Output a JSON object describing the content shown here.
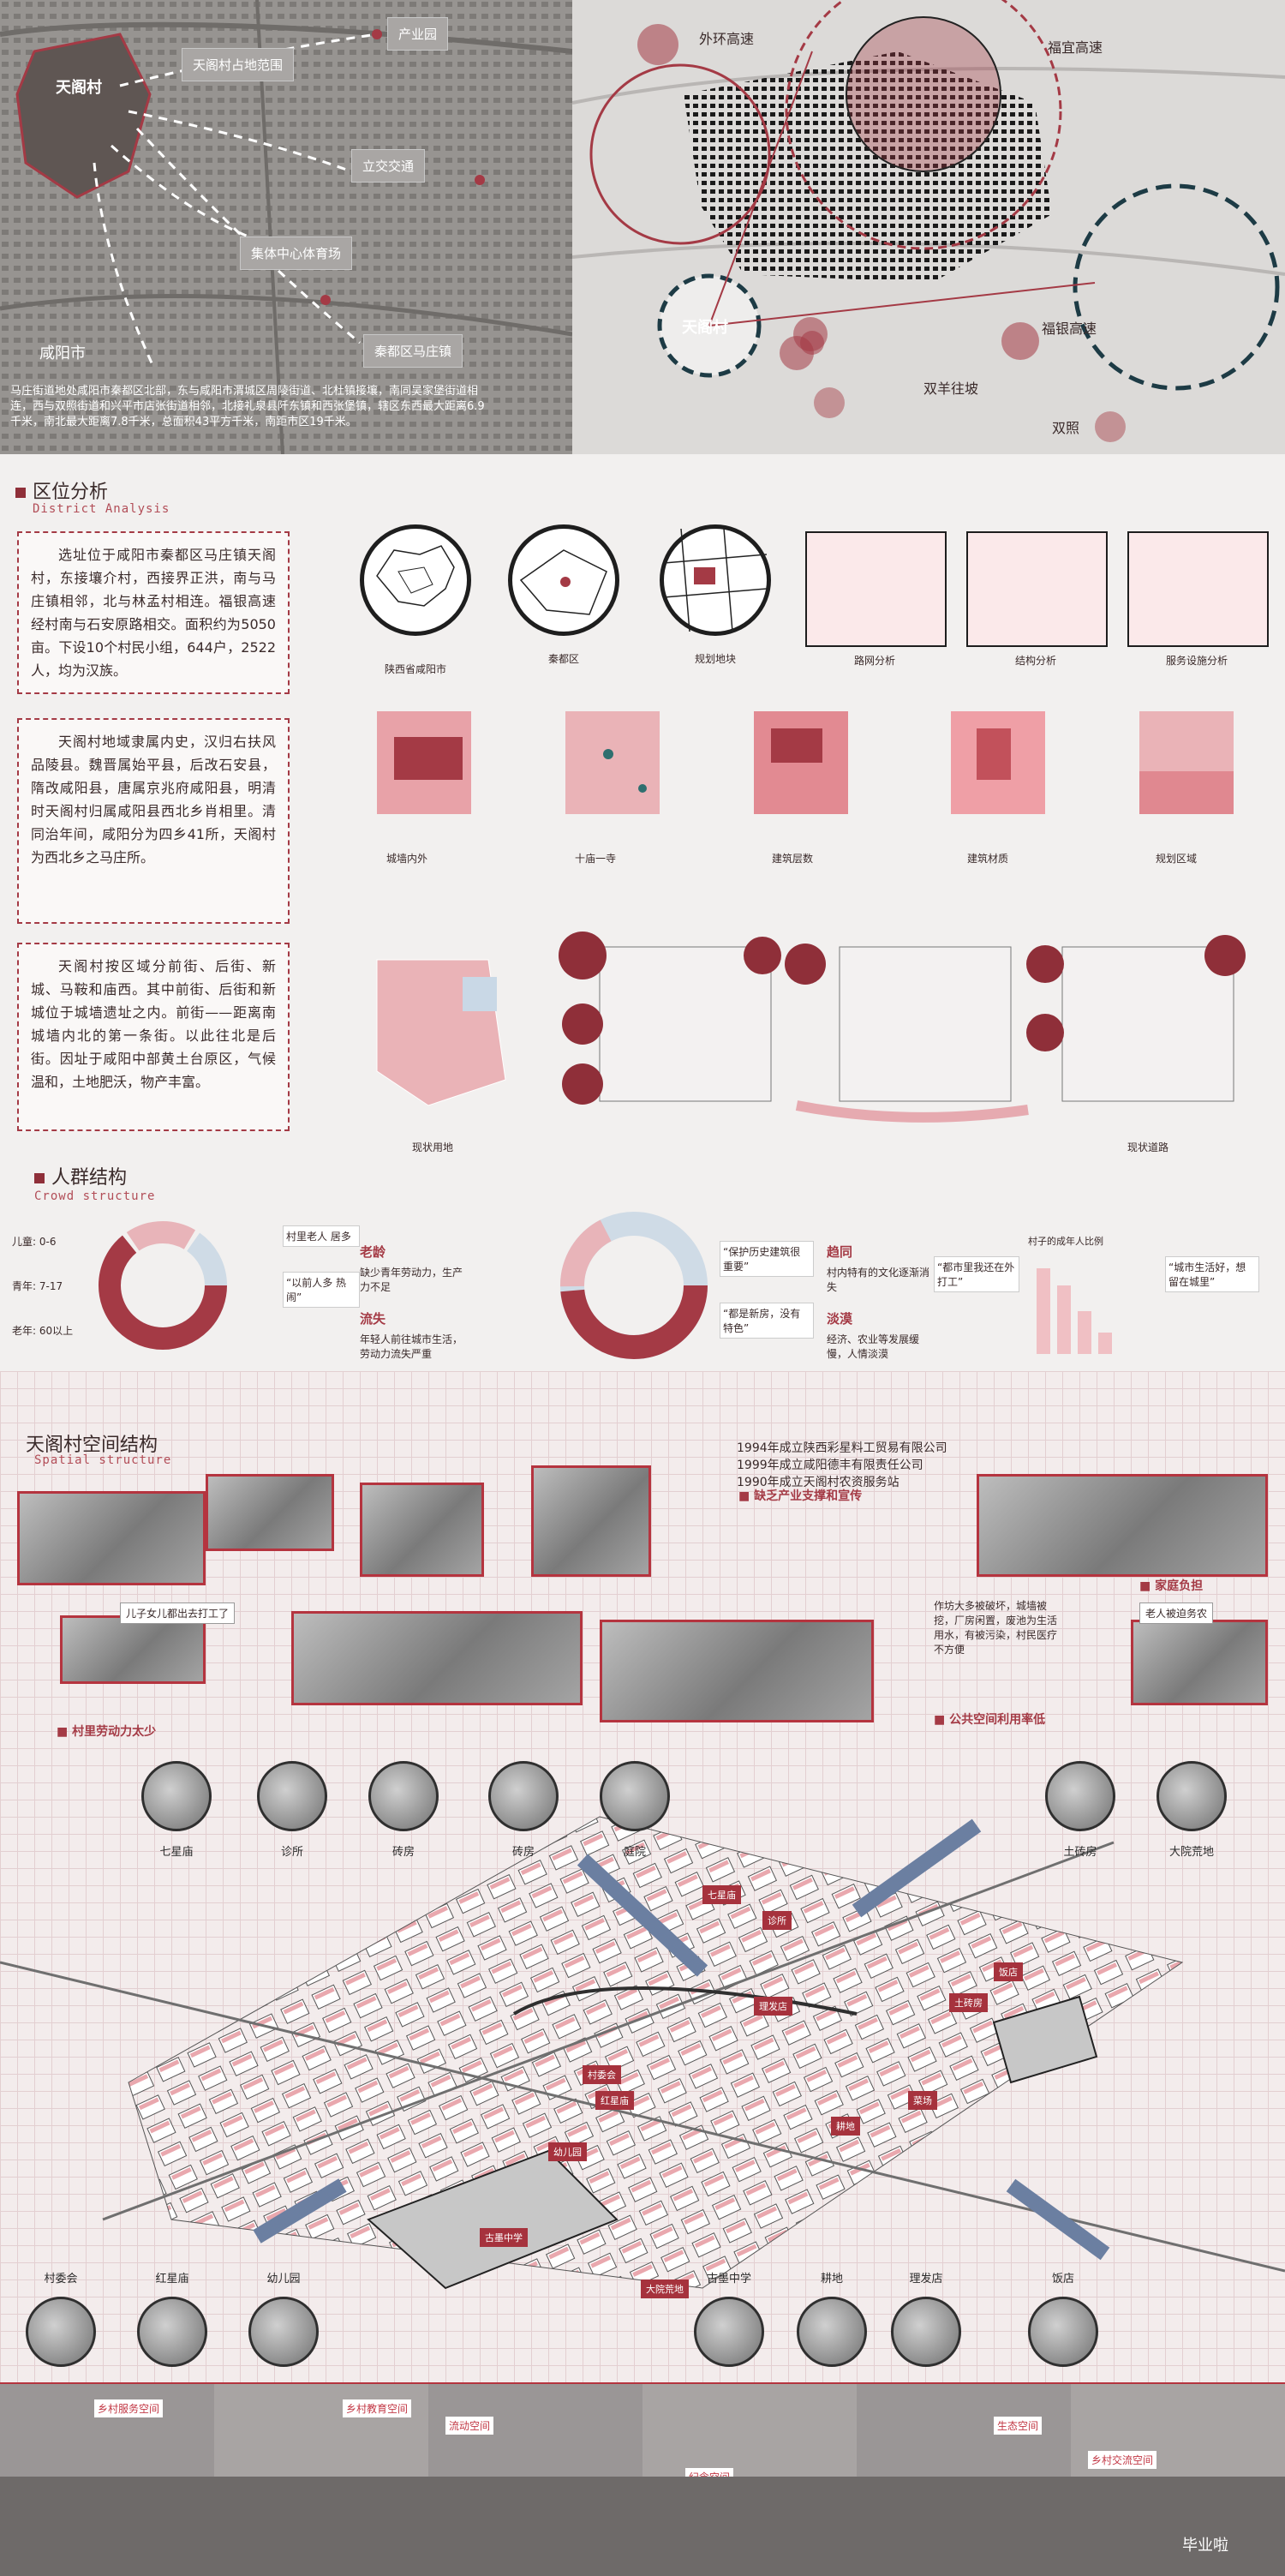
{
  "top_left": {
    "village": "天阁村",
    "city": "咸阳市",
    "tags": [
      "天阁村占地范围",
      "产业园",
      "立交交通",
      "集体中心体育场",
      "秦都区马庄镇"
    ],
    "description": "马庄街道地处咸阳市秦都区北部，东与咸阳市渭城区周陵街道、北杜镇接壤，南同吴家堡街道相连，西与双照街道和兴平市店张街道相邻，北接礼泉县阡东镇和西张堡镇，辖区东西最大距离6.9千米，南北最大距离7.8千米，总面积43平方千米，南距市区19千米。"
  },
  "top_right": {
    "labels": [
      "外环高速",
      "福宜高速",
      "天阁村",
      "福银高速",
      "双羊往坡",
      "双照"
    ]
  },
  "district": {
    "title": "区位分析",
    "subtitle": "District Analysis",
    "paragraphs": [
      "选址位于咸阳市秦都区马庄镇天阁村，东接壤介村，西接界正洪，南与马庄镇相邻，北与林孟村相连。福银高速经村南与石安原路相交。面积约为5050亩。下设10个村民小组，644户，2522人，均为汉族。",
      "天阁村地域隶属内史，汉归右扶风品陵县。魏晋属始平县，后改石安县，隋改咸阳县，唐属京兆府咸阳县，明清时天阁村归属咸阳县西北乡肖相里。清同治年间，咸阳分为四乡41所，天阁村为西北乡之马庄所。",
      "天阁村按区域分前街、后街、新城、马鞍和庙西。其中前街、后街和新城位于城墙遗址之内。前街——距离南城墙内北的第一条街。以此往北是后街。因址于咸阳中部黄土台原区，气候温和，土地肥沃，物产丰富。"
    ],
    "row1": [
      "陕西省咸阳市",
      "秦都区",
      "规划地块",
      "路网分析",
      "结构分析",
      "服务设施分析"
    ],
    "row2": [
      "城墙内外",
      "十庙一寺",
      "建筑层数",
      "建筑材质",
      "规划区域"
    ],
    "row3": [
      "现状用地",
      "现状道路"
    ]
  },
  "crowd": {
    "title": "人群结构",
    "subtitle": "Crowd structure",
    "age_labels": [
      "儿童: 0-6",
      "青年: 7-17",
      "老年: 60以上"
    ],
    "left_points": [
      {
        "title": "老龄",
        "text": "缺少青年劳动力，生产力不足"
      },
      {
        "title": "流失",
        "text": "年轻人前往城市生活，劳动力流失严重"
      }
    ],
    "right_points": [
      {
        "title": "趋同",
        "text": "村内特有的文化逐渐消失"
      },
      {
        "title": "淡漠",
        "text": "经济、农业等发展缓慢，人情淡漠"
      }
    ],
    "quotes": [
      "村里老人\n居多",
      "“以前人多\n热闹”",
      "“保护历史建筑很重要”",
      "“都是新房，没有特色”",
      "“都市里我还在外打工”",
      "“城市生活好，想留在城里”"
    ],
    "bar_title": "村子的成年人比例"
  },
  "spatial": {
    "title": "天阁村空间结构",
    "subtitle": "Spatial structure",
    "companies": [
      "1994年成立陕西彩星料工贸易有限公司",
      "1999年成立咸阳德丰有限责任公司",
      "1990年成立天阁村农资服务站"
    ],
    "issues": [
      "缺乏产业支撑和宣传",
      "家庭负担",
      "公共空间利用率低",
      "村里劳动力太少"
    ],
    "public_note": "作坊大多被破坏，城墙被挖，厂房闲置，废池为生活用水，有被污染，村民医疗不方便",
    "worker_note": "儿子女儿都出去打工了",
    "family_note": "老人被迫务农",
    "top_photos": [
      "七星庙",
      "诊所",
      "砖房",
      "砖房",
      "庭院",
      "土砖房",
      "大院荒地"
    ],
    "bottom_photos": [
      "村委会",
      "红星庙",
      "幼儿园",
      "古墨中学",
      "耕地",
      "理发店",
      "饭店"
    ],
    "map_tags": [
      "七星庙",
      "诊所",
      "古墨中学",
      "村委会",
      "幼儿园",
      "菜场",
      "红星庙",
      "耕地",
      "理发店",
      "饭店",
      "土砖房",
      "大院荒地"
    ],
    "strips": [
      "乡村服务空间",
      "乡村教育空间",
      "流动空间",
      "纪念空间",
      "生态空间",
      "乡村交流空间"
    ],
    "watermark": "毕业啦"
  }
}
